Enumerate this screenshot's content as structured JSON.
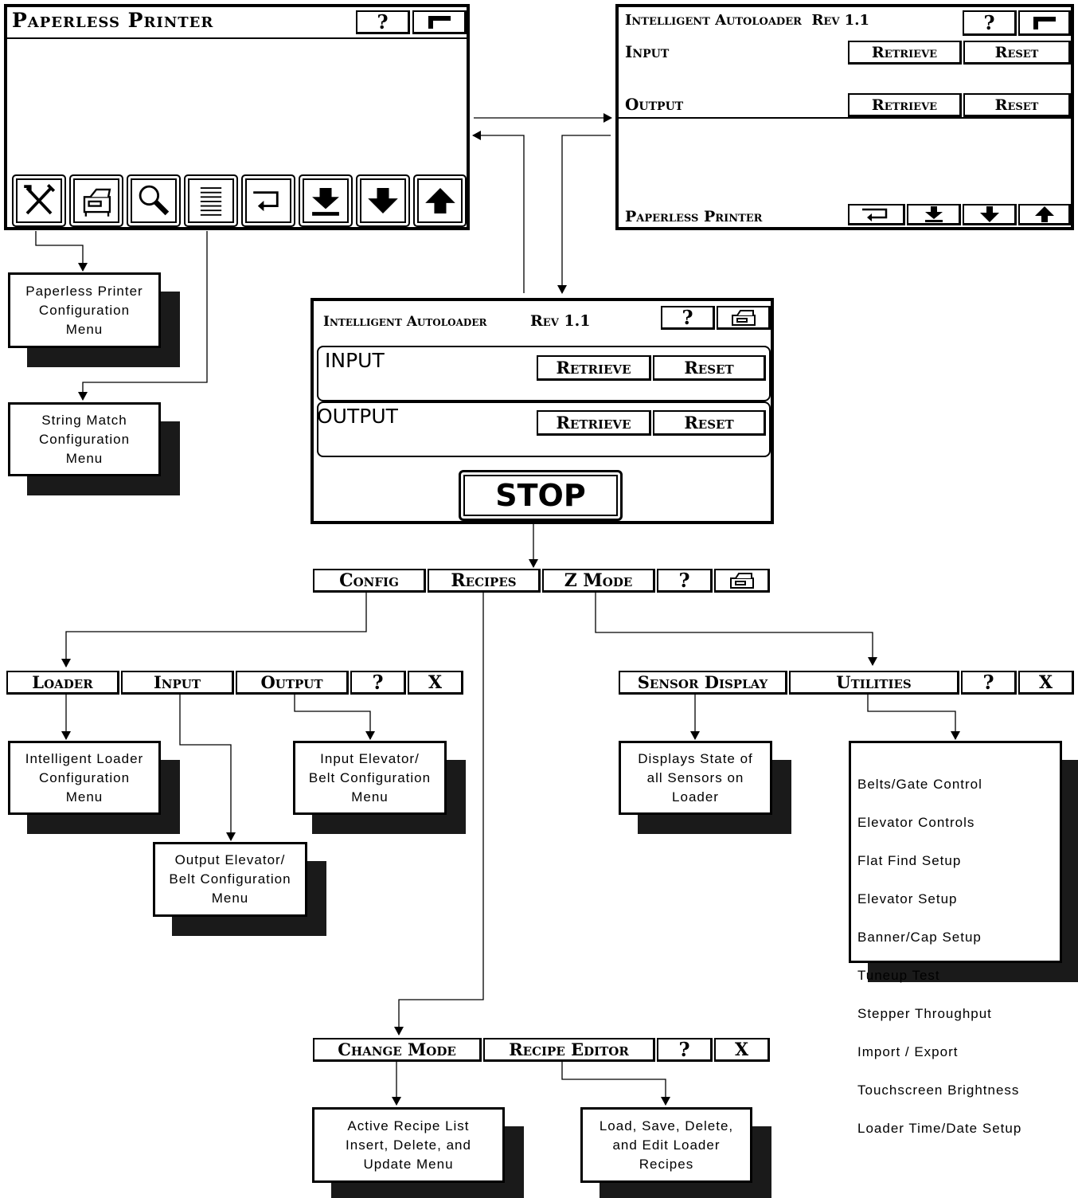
{
  "pp_screen": {
    "title": "Paperless Printer",
    "help": "?",
    "icons": [
      "tools-icon",
      "printer-icon",
      "magnifier-icon",
      "list-icon",
      "return-icon",
      "download-icon",
      "down-arrow-icon",
      "up-arrow-icon"
    ]
  },
  "ia_screen_top": {
    "title": "Intelligent Autoloader  Rev 1.1",
    "help": "?",
    "input_label": "Input",
    "output_label": "Output",
    "retrieve": "Retrieve",
    "reset": "Reset",
    "footer_label": "Paperless Printer"
  },
  "ia_screen_main": {
    "title_a": "Intelligent Autoloader",
    "title_b": "Rev 1.1",
    "help": "?",
    "input_label": "INPUT",
    "output_label": "OUTPUT",
    "retrieve": "Retrieve",
    "reset": "Reset",
    "stop": "STOP"
  },
  "main_menu": {
    "config": "Config",
    "recipes": "Recipes",
    "zmode": "Z Mode",
    "help": "?"
  },
  "config_menu": {
    "loader": "Loader",
    "input": "Input",
    "output": "Output",
    "help": "?",
    "close": "X"
  },
  "zmode_menu": {
    "sensor": "Sensor Display",
    "utilities": "Utilities",
    "help": "?",
    "close": "X"
  },
  "recipes_menu": {
    "change": "Change Mode",
    "editor": "Recipe Editor",
    "help": "?",
    "close": "X"
  },
  "boxes": {
    "pp_config": "Paperless Printer\nConfiguration\nMenu",
    "string_match": "String Match\nConfiguration\nMenu",
    "loader_config": "Intelligent Loader\nConfiguration\nMenu",
    "output_elev": "Output Elevator/\nBelt Configuration\nMenu",
    "input_elev": "Input Elevator/\nBelt Configuration\nMenu",
    "sensors": "Displays State of\nall Sensors on\nLoader",
    "recipe_list": "Active Recipe List\nInsert, Delete, and\nUpdate Menu",
    "recipe_edit": "Load, Save, Delete,\nand Edit Loader\nRecipes"
  },
  "utilities_list": [
    "Belts/Gate Control",
    "Elevator Controls",
    "Flat Find Setup",
    "Elevator Setup",
    "Banner/Cap Setup",
    "Tuneup Test",
    "Stepper Throughput",
    "Import / Export",
    "Touchscreen Brightness",
    "Loader Time/Date Setup"
  ]
}
